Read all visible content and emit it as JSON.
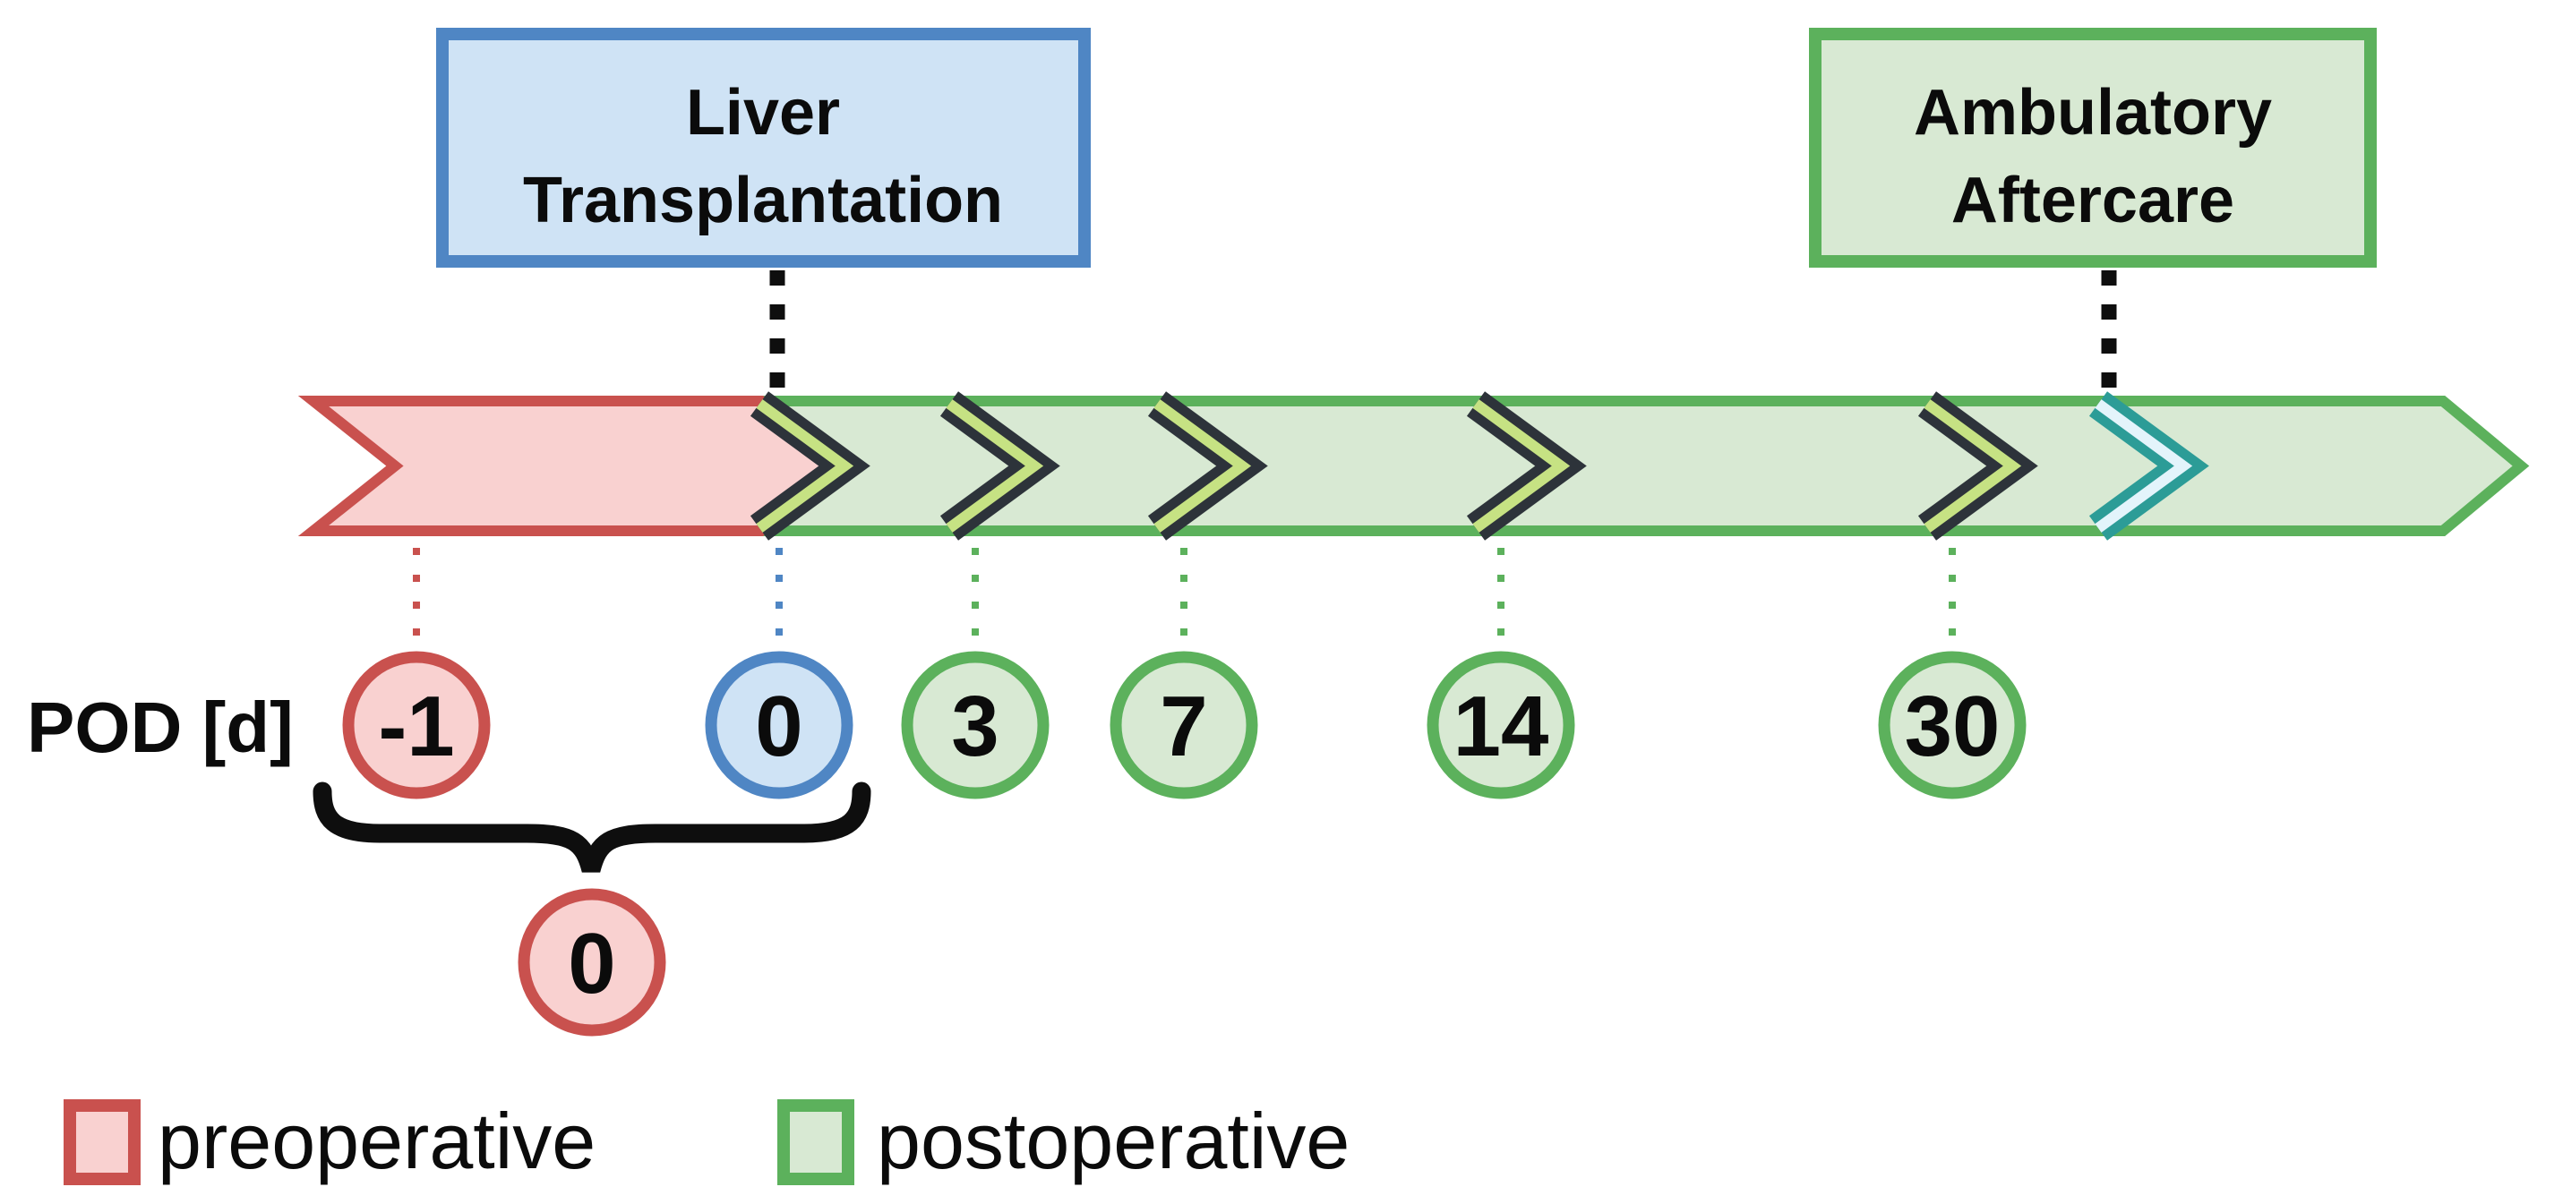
{
  "boxes": {
    "transplant": {
      "line1": "Liver",
      "line2": "Transplantation"
    },
    "aftercare": {
      "line1": "Ambulatory",
      "line2": "Aftercare"
    }
  },
  "timeline": {
    "axis_label": "POD [d]",
    "pods": [
      {
        "value": "-1",
        "phase": "preoperative"
      },
      {
        "value": "0",
        "phase": "transplantation"
      },
      {
        "value": "3",
        "phase": "postoperative"
      },
      {
        "value": "7",
        "phase": "postoperative"
      },
      {
        "value": "14",
        "phase": "postoperative"
      },
      {
        "value": "30",
        "phase": "postoperative"
      }
    ],
    "brace_pod": {
      "value": "0",
      "phase": "preoperative",
      "spans_pods": [
        "-1",
        "0"
      ]
    }
  },
  "legend": {
    "items": [
      {
        "label": "preoperative",
        "fill": "#f9d1d0",
        "stroke": "#c9514e"
      },
      {
        "label": "postoperative",
        "fill": "#d8e9d3",
        "stroke": "#5cb15c"
      }
    ]
  },
  "colors": {
    "preoperative_fill": "#f9d1d0",
    "preoperative_stroke": "#c9514e",
    "postoperative_fill": "#d8e9d3",
    "postoperative_stroke": "#5cb15c",
    "transplant_fill": "#cfe3f5",
    "transplant_stroke": "#4f86c4",
    "chevron_dark": "#2d333a",
    "chevron_inner_green": "#c6e283",
    "aftercare_chevron_teal": "#2c9c97",
    "aftercare_chevron_inner": "#e3f4fb",
    "connector_black": "#0e0e0e"
  }
}
